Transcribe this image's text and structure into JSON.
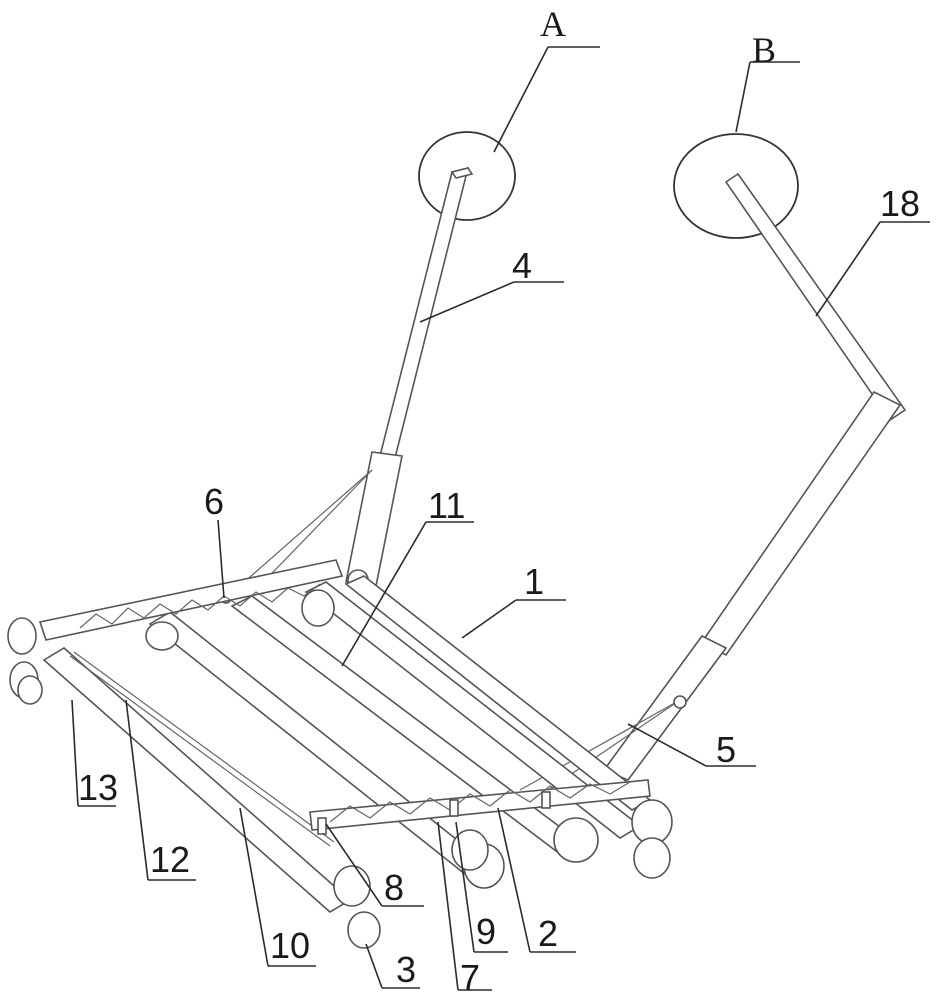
{
  "labels": {
    "A": "A",
    "B": "B",
    "l1": "1",
    "l2": "2",
    "l3": "3",
    "l4": "4",
    "l5": "5",
    "l6": "6",
    "l7": "7",
    "l8": "8",
    "l9": "9",
    "l10": "10",
    "l11": "11",
    "l12": "12",
    "l13": "13",
    "l18": "18"
  }
}
